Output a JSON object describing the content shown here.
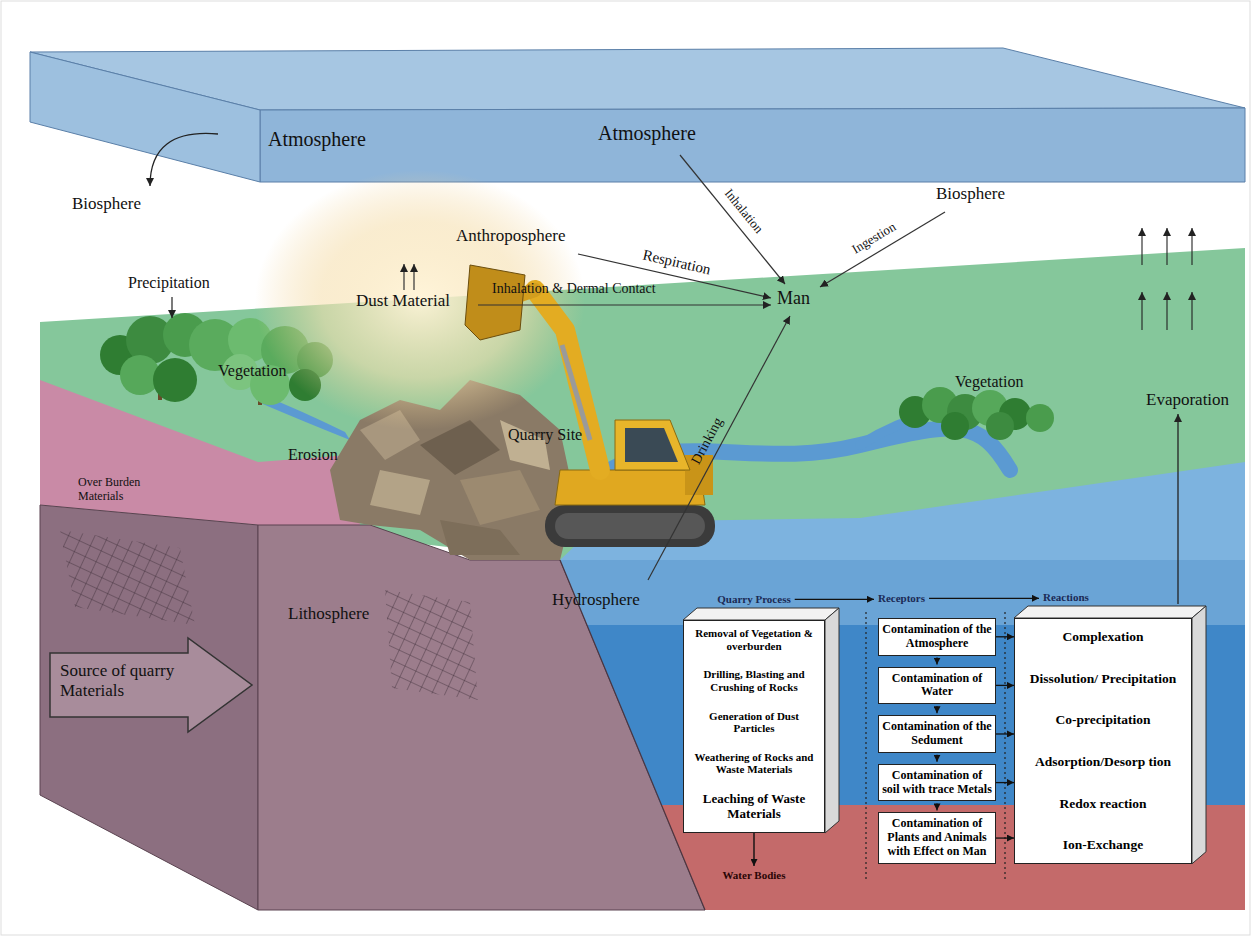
{
  "diagram": {
    "nodes": [
      {
        "text": [
          "Source of quarry Materials"
        ]
      },
      {
        "text": [
          "Quarry Process"
        ]
      },
      {
        "text": [
          "Removal of Vegetation & overburden"
        ],
        "in": 1
      },
      {
        "text": [
          "Drilling, Blasting and Crushing of Rocks"
        ],
        "in": 1
      },
      {
        "text": [
          "Generation of Dust Particles"
        ],
        "in": 1
      },
      {
        "text": [
          "Weathering of Rocks and Waste Materials"
        ],
        "in": 1
      },
      {
        "text": [
          "Leaching of Waste Materials"
        ],
        "in": 1
      },
      {
        "text": [
          "Contamination of the Atmosphere"
        ]
      },
      {
        "text": [
          "Contamination of Water"
        ]
      },
      {
        "text": [
          "Contamination of the Sedument"
        ]
      },
      {
        "text": [
          "Contamination of soil with trace Metals"
        ]
      },
      {
        "text": [
          "Contamination of Plants and Animals with Effect on Man"
        ]
      },
      {
        "text": [
          "Reactions"
        ]
      },
      {
        "text": [
          "Complexation"
        ],
        "in": 12
      },
      {
        "text": [
          "Dissolution/ Precipitation"
        ],
        "in": 12
      },
      {
        "text": [
          "Co-precipitation"
        ],
        "in": 12
      },
      {
        "text": [
          "Adsorption/Desorp tion"
        ],
        "in": 12
      },
      {
        "text": [
          "Redox reaction"
        ],
        "in": 12
      },
      {
        "text": [
          "Ion-Exchange"
        ],
        "in": 12
      }
    ],
    "edges": [
      {
        "from": 2,
        "to": 3,
        "arrow": "to"
      },
      {
        "from": 3,
        "to": 4,
        "arrow": "to"
      },
      {
        "from": 4,
        "to": 5,
        "arrow": "to"
      },
      {
        "from": 5,
        "to": 6,
        "arrow": "to"
      },
      {
        "from": 7,
        "to": 8,
        "arrow": "to"
      },
      {
        "from": 8,
        "to": 9,
        "arrow": "to"
      },
      {
        "from": 9,
        "to": 10,
        "arrow": "to"
      },
      {
        "from": 10,
        "to": 11,
        "arrow": "to"
      },
      {
        "from": 7,
        "to": 12,
        "arrow": "to"
      },
      {
        "from": 8,
        "to": 12,
        "arrow": "to"
      },
      {
        "from": 9,
        "to": 12,
        "arrow": "to"
      },
      {
        "from": 10,
        "to": 12,
        "arrow": "to"
      },
      {
        "from": 11,
        "to": 12,
        "arrow": "to"
      },
      {
        "from": 13,
        "to": 14,
        "arrow": "to"
      },
      {
        "from": 14,
        "to": 15,
        "arrow": "to"
      },
      {
        "from": 15,
        "to": 16,
        "arrow": "to"
      },
      {
        "from": 16,
        "to": 17,
        "arrow": "to"
      },
      {
        "from": 17,
        "to": 18,
        "arrow": "to"
      }
    ],
    "labels": [
      "Atmosphere",
      "Atmosphere",
      "Biosphere",
      "Biosphere",
      "Inhalation",
      "Ingestion",
      "Anthroposphere",
      "Respiration",
      "Man",
      "Dust Material",
      "Inhalation & Dermal Contact",
      "Precipitation",
      "Vegetation",
      "Quarry Site",
      "Drinking",
      "Erosion",
      "Over Burden Materials",
      "Vegetation",
      "Evaporation",
      "Lithosphere",
      "Hydrosphere",
      "Receptors",
      "Water Bodies"
    ]
  }
}
